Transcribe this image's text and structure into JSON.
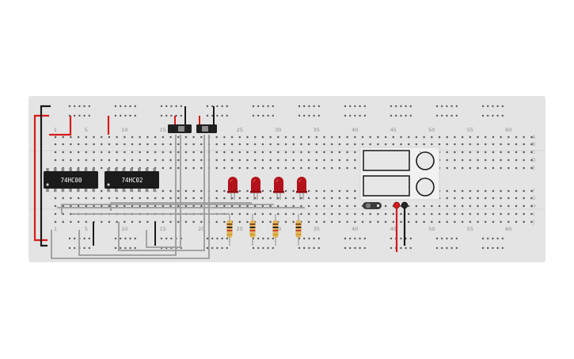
{
  "breadboard": {
    "column_numbers": [
      "1",
      "5",
      "10",
      "15",
      "20",
      "25",
      "30",
      "35",
      "40",
      "45",
      "50",
      "55",
      "60"
    ],
    "row_labels_top": [
      "A",
      "B",
      "C",
      "D",
      "E"
    ],
    "row_labels_bottom": [
      "F",
      "G",
      "H",
      "I",
      "J"
    ]
  },
  "chips": [
    {
      "label": "74HC00"
    },
    {
      "label": "74HC02"
    }
  ],
  "switches": [
    {
      "name": "switch-1"
    },
    {
      "name": "switch-2"
    }
  ],
  "leds": [
    {
      "color": "#b3121a"
    },
    {
      "color": "#b3121a"
    },
    {
      "color": "#b3121a"
    },
    {
      "color": "#b3121a"
    }
  ],
  "resistors": [
    {
      "name": "resistor-1"
    },
    {
      "name": "resistor-2"
    },
    {
      "name": "resistor-3"
    },
    {
      "name": "resistor-4"
    }
  ],
  "colors": {
    "wire_red": "#d81b1b",
    "wire_black": "#1a1a1a",
    "wire_gray": "#9b9b9b",
    "chip": "#1b1b1b",
    "board": "#e4e4e4"
  }
}
